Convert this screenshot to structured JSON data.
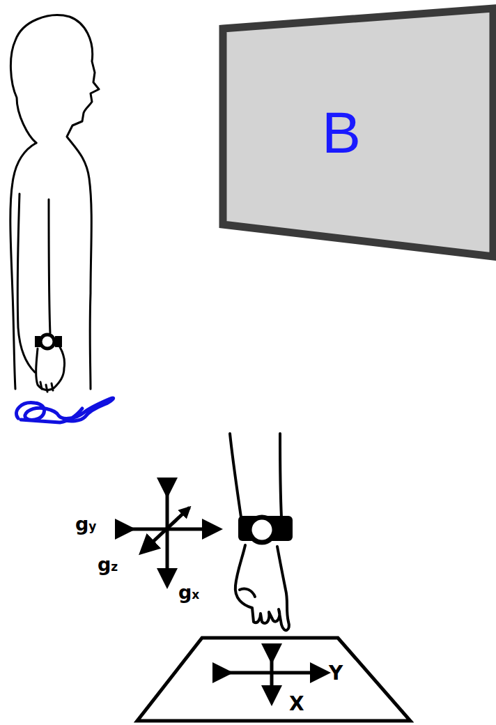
{
  "diagram": {
    "nodes": [
      {
        "text": [
          "B"
        ]
      },
      {
        "text": [
          "Y",
          "X"
        ]
      }
    ],
    "labels": [
      "gy",
      "gz",
      "gx"
    ]
  }
}
